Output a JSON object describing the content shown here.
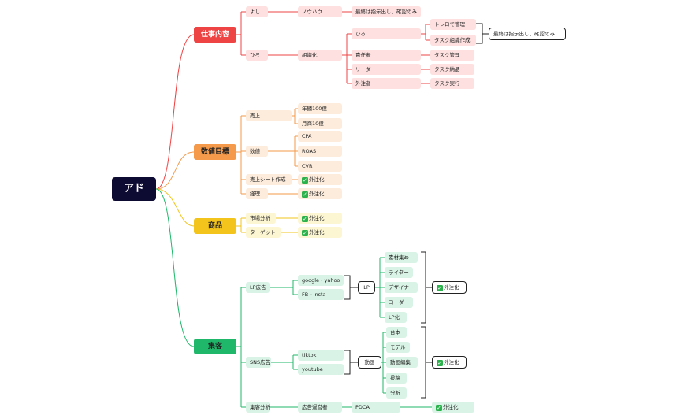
{
  "root": "アド",
  "categories": {
    "work": "仕事内容",
    "kpi": "数値目標",
    "product": "商品",
    "acq": "集客"
  },
  "colors": {
    "work": "#ef4444",
    "kpi": "#f59a4a",
    "product": "#f2c41c",
    "acq": "#1fb86a",
    "root": "#0e0b33"
  },
  "work": {
    "yoshi": "よし",
    "knowhow": "ノウハウ",
    "final1": "最終は指示出し、確認のみ",
    "hiro": "ひろ",
    "hiro_sub": "ひろ",
    "trello": "トレロで管理",
    "task_org": "タスク組織作成",
    "final2": "最終は指示出し、確認のみ",
    "org": "組織化",
    "owner": "責任者",
    "leader": "リーダー",
    "outsource": "外注者",
    "task_manage": "タスク管理",
    "task_deliver": "タスク納品",
    "task_exec": "タスク実行"
  },
  "kpi": {
    "sales": "売上",
    "annual": "年間100億",
    "monthly": "月商10億",
    "numbers": "数値",
    "cpa": "CPA",
    "roas": "ROAS",
    "cvr": "CVR",
    "sheet": "売上シート作成",
    "sheet_out": "外注化",
    "acct": "経理",
    "acct_out": "外注化"
  },
  "product": {
    "market": "市場分析",
    "market_out": "外注化",
    "target": "ターゲット",
    "target_out": "外注化"
  },
  "acq": {
    "lp_ad": "LP広告",
    "google": "google・yahoo",
    "fb": "FB・insta",
    "lp": "LP",
    "materials": "素材集め",
    "writer": "ライター",
    "designer": "デザイナー",
    "coder": "コーダー",
    "lpka": "LP化",
    "lp_out": "外注化",
    "sns_ad": "SNS広告",
    "tiktok": "tiktok",
    "youtube": "youtube",
    "video": "動画",
    "script": "台本",
    "model": "モデル",
    "editing": "動画編集",
    "posting": "投稿",
    "analysis": "分析",
    "sns_out": "外注化",
    "acq_analysis": "集客分析",
    "ad_ops": "広告運営者",
    "pdca": "PDCA",
    "pdca_out": "外注化"
  },
  "check_icon": "check-mark-icon"
}
